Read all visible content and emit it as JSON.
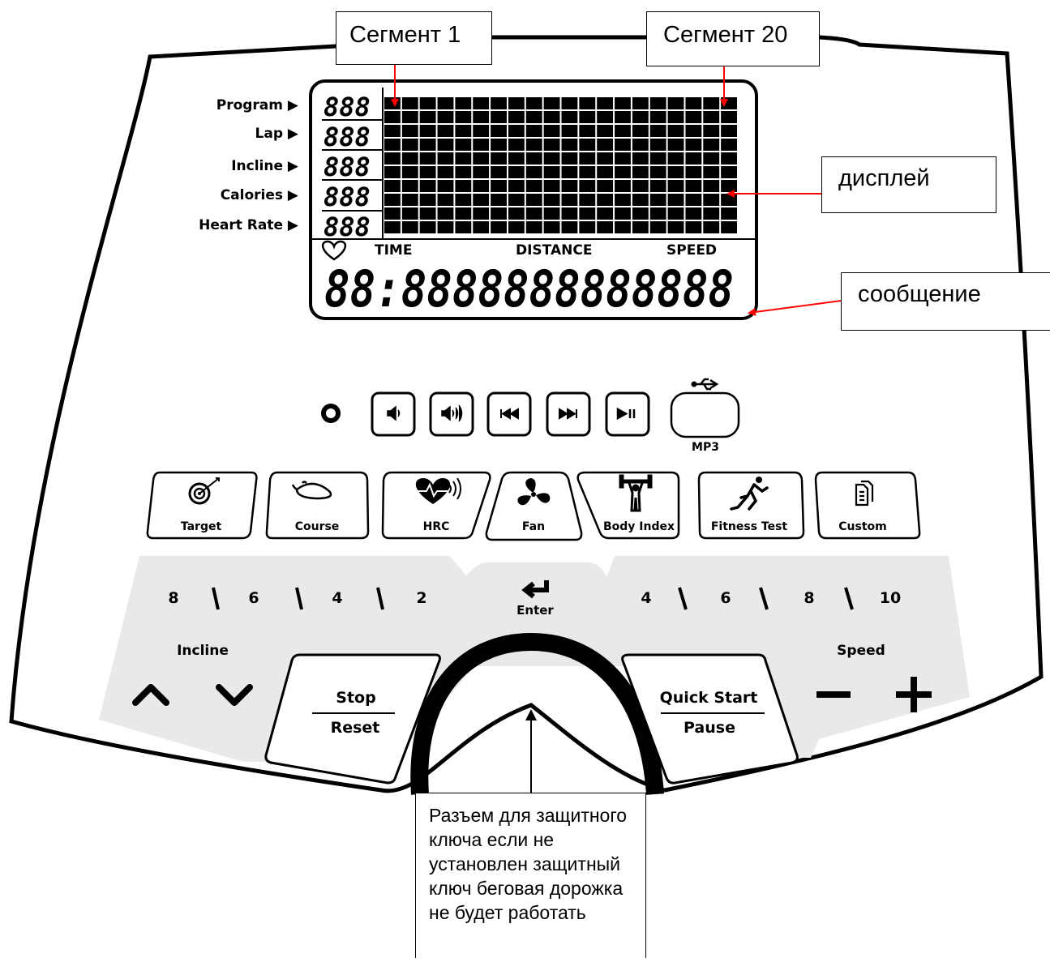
{
  "callouts": {
    "segment_first": "Сегмент 1",
    "segment_last": "Сегмент 20",
    "display": "дисплей",
    "message": "сообщение",
    "safety_key": "Разъем для защитного ключа если не установлен защитный ключ беговая дорожка не будет работать"
  },
  "left_labels": {
    "program": "Program ▶",
    "lap": "Lap ▶",
    "incline": "Incline ▶",
    "calories": "Calories ▶",
    "heart_rate": "Heart Rate ▶"
  },
  "lcd": {
    "digit_placeholder": "888",
    "time_label": "TIME",
    "distance_label": "DISTANCE",
    "speed_label": "SPEED",
    "message_placeholder": "88:8888888888888",
    "matrix_columns": 20,
    "matrix_rows": 10
  },
  "media": {
    "mp3_label": "MP3",
    "icons": [
      "record-dot-icon",
      "volume-down-icon",
      "volume-up-icon",
      "previous-track-icon",
      "next-track-icon",
      "play-pause-icon",
      "usb-icon"
    ]
  },
  "programs": {
    "target": "Target",
    "course": "Course",
    "hrc": "HRC",
    "fan": "Fan",
    "body_index": "Body Index",
    "fitness_test": "Fitness Test",
    "custom": "Custom"
  },
  "incline": {
    "title": "Incline",
    "quick_values": [
      "8",
      "6",
      "4",
      "2"
    ]
  },
  "speed": {
    "title": "Speed",
    "quick_values": [
      "4",
      "6",
      "8",
      "10"
    ]
  },
  "enter_label": "Enter",
  "stop": {
    "top": "Stop",
    "bottom": "Reset"
  },
  "start": {
    "top": "Quick Start",
    "bottom": "Pause"
  },
  "colors": {
    "panel_gray": "#e9e9e9",
    "callout_arrow": "#ff0000",
    "outline": "#000000"
  }
}
